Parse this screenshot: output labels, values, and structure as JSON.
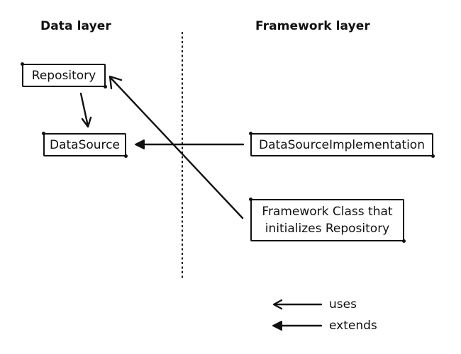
{
  "headings": {
    "left": "Data layer",
    "right": "Framework layer"
  },
  "nodes": {
    "repository": "Repository",
    "datasource": "DataSource",
    "datasource_impl": "DataSourceImplementation",
    "framework_class": "Framework Class that initializes Repository"
  },
  "legend": {
    "uses": "uses",
    "extends": "extends"
  },
  "colors": {
    "ink": "#111111",
    "background": "#ffffff"
  }
}
